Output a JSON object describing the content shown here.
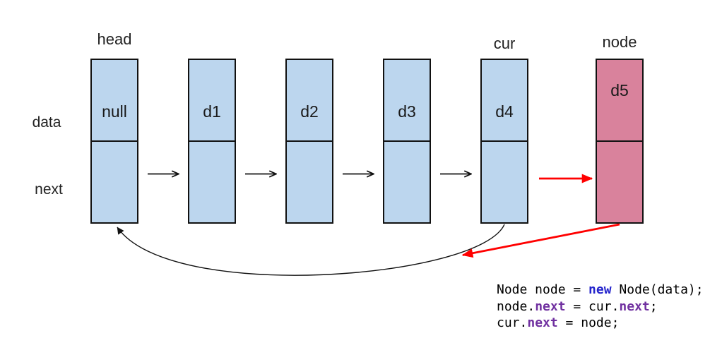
{
  "diagram": {
    "pointer_labels": {
      "head": "head",
      "cur": "cur",
      "node": "node"
    },
    "row_labels": {
      "data": "data",
      "next": "next"
    },
    "nodes": [
      {
        "name": "head-node",
        "data": "null",
        "variant": "blue"
      },
      {
        "name": "node-d1",
        "data": "d1",
        "variant": "blue"
      },
      {
        "name": "node-d2",
        "data": "d2",
        "variant": "blue"
      },
      {
        "name": "node-d3",
        "data": "d3",
        "variant": "blue"
      },
      {
        "name": "cur-node",
        "data": "d4",
        "variant": "blue"
      },
      {
        "name": "new-node",
        "data": "d5",
        "variant": "pink"
      }
    ],
    "colors": {
      "blue_fill": "#BCD6EE",
      "pink_fill": "#D9829C",
      "arrow_red": "#FF0000",
      "arrow_black": "#111111"
    }
  },
  "code": {
    "lines": [
      [
        {
          "t": "Node node = "
        },
        {
          "t": "new",
          "k": "kw"
        },
        {
          "t": " Node(data);"
        }
      ],
      [
        {
          "t": "node."
        },
        {
          "t": "next",
          "k": "mem"
        },
        {
          "t": " = cur."
        },
        {
          "t": "next",
          "k": "mem"
        },
        {
          "t": ";"
        }
      ],
      [
        {
          "t": "cur."
        },
        {
          "t": "next",
          "k": "mem"
        },
        {
          "t": " = node;"
        }
      ]
    ]
  }
}
